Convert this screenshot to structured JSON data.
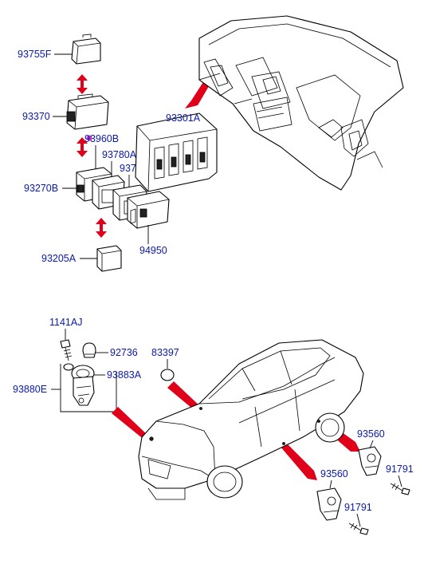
{
  "labels": {
    "p93755F": "93755F",
    "p93370": "93370",
    "p93960B": "93960B",
    "p93780A": "93780A",
    "p93755D": "93755D",
    "p93270B": "93270B",
    "p93301A": "93301A",
    "p93205A": "93205A",
    "p94950": "94950",
    "p1141AJ": "1141AJ",
    "p92736": "92736",
    "p83397": "83397",
    "p93883A": "93883A",
    "p93880E": "93880E",
    "p93560_upper": "93560",
    "p91791_upper": "91791",
    "p93560_lower": "93560",
    "p91791_lower": "91791"
  },
  "colors": {
    "label_text": "#0a1aa8",
    "pointer_arrow": "#e0001a",
    "highlight_dot": "#cc33cc",
    "line_art": "#000000"
  }
}
